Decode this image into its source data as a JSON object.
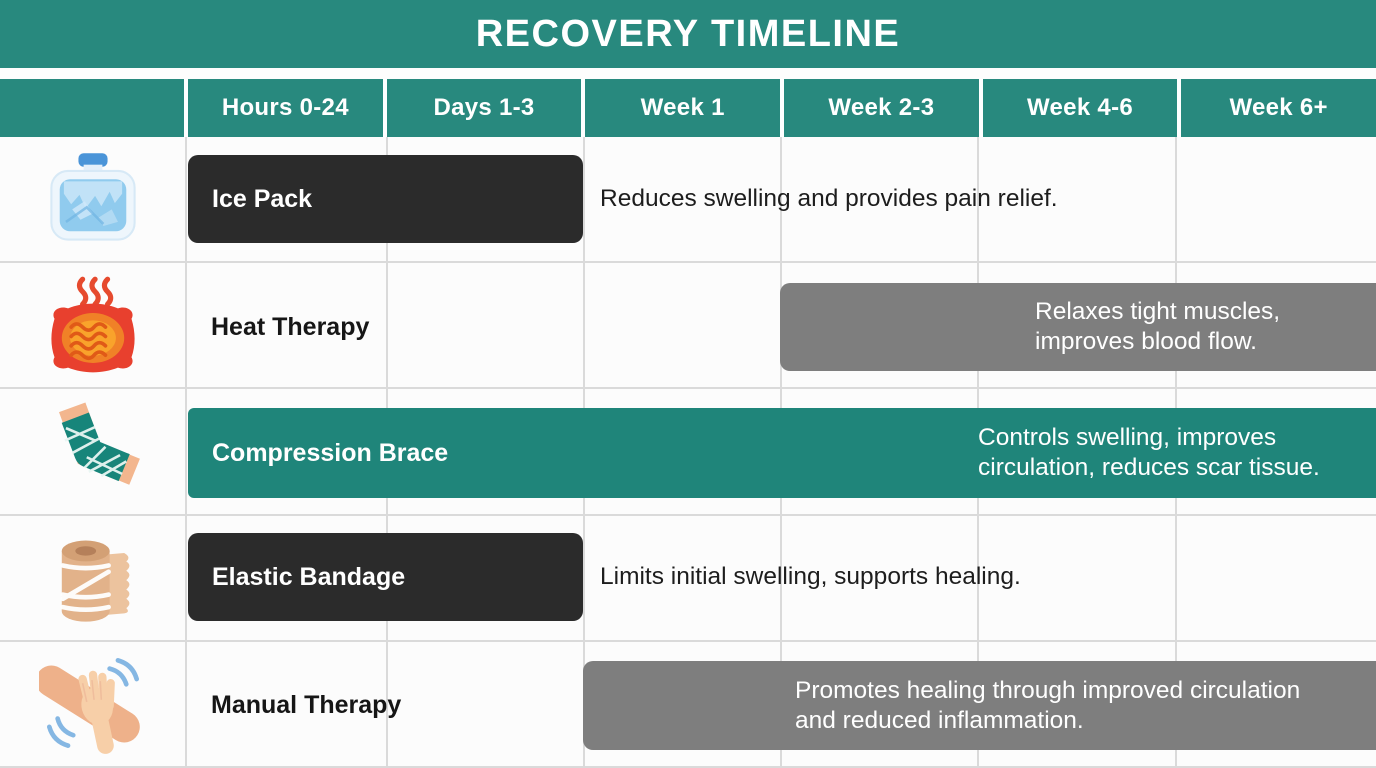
{
  "title": "RECOVERY TIMELINE",
  "colors": {
    "teal_brand": "#28897E",
    "teal_bar": "#1F857A",
    "dark_bar": "#2B2B2B",
    "gray_bar": "#7E7E7E",
    "grid_line": "#DADADA",
    "text_dark": "#1D1D1D",
    "text_light": "#FFFFFF"
  },
  "icons": {
    "row_0": "ice-pack-icon",
    "row_1": "heat-pad-icon",
    "row_2": "compression-brace-icon",
    "row_3": "elastic-bandage-icon",
    "row_4": "massage-hands-icon"
  },
  "chart_data": {
    "type": "table",
    "subtype": "gantt-timeline",
    "title": "RECOVERY TIMELINE",
    "categories": [
      "Hours 0-24",
      "Days 1-3",
      "Week 1",
      "Week 2-3",
      "Week 4-6",
      "Week 6+"
    ],
    "rows": [
      {
        "name": "Ice Pack",
        "span_start": "Hours 0-24",
        "span_end": "Days 1-3",
        "bar_style": "dark",
        "note": "Reduces swelling and provides pain relief.",
        "note_position": "outside-bar"
      },
      {
        "name": "Heat Therapy",
        "span_start": "Week 2-3",
        "span_end": "Week 6+",
        "bar_style": "gray",
        "note": "Relaxes tight muscles, improves blood flow.",
        "note_position": "inside-bar"
      },
      {
        "name": "Compression Brace",
        "span_start": "Hours 0-24",
        "span_end": "Week 6+",
        "bar_style": "teal",
        "note": "Controls swelling, improves circulation, reduces scar tissue.",
        "note_position": "inside-bar"
      },
      {
        "name": "Elastic Bandage",
        "span_start": "Hours 0-24",
        "span_end": "Days 1-3",
        "bar_style": "dark",
        "note": "Limits initial swelling, supports healing.",
        "note_position": "outside-bar"
      },
      {
        "name": "Manual Therapy",
        "span_start": "Week 1",
        "span_end": "Week 6+",
        "bar_style": "gray",
        "note": "Promotes healing through improved circulation and reduced inflammation.",
        "note_position": "inside-bar"
      }
    ]
  }
}
